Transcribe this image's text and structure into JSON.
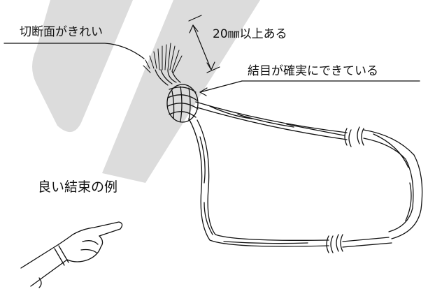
{
  "labels": {
    "clean_cut": "切断面がきれい",
    "length": "20㎜以上ある",
    "knot": "結目が確実にできている",
    "example": "良い結束の例"
  },
  "colors": {
    "ink": "#111111",
    "watermark": "#dcdcdc",
    "background": "#ffffff"
  },
  "icons": [
    "pointing-hand-icon",
    "rope-knot-illustration",
    "watermark-shape"
  ]
}
